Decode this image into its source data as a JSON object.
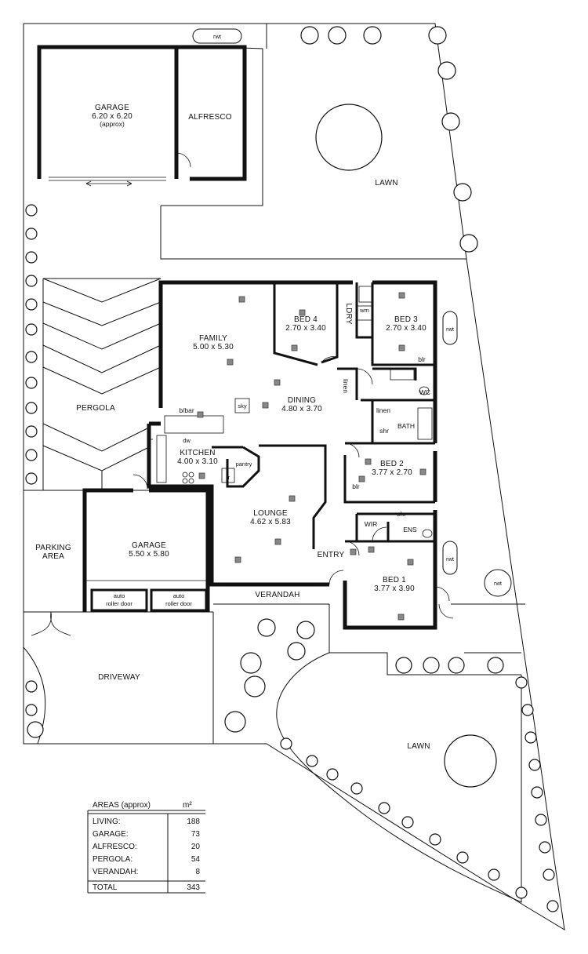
{
  "rooms": {
    "garage_rear": {
      "name": "GARAGE",
      "size": "6.20 x 6.20",
      "note": "(approx)"
    },
    "alfresco": "ALFRESCO",
    "lawn_top": "LAWN",
    "family": {
      "name": "FAMILY",
      "size": "5.00 x 5.30"
    },
    "bed4": {
      "name": "BED 4",
      "size": "2.70 x 3.40"
    },
    "ldry": "LDRY",
    "wm": "wm",
    "bed3": {
      "name": "BED 3",
      "size": "2.70 x 3.40"
    },
    "blr_top": "blr",
    "linen_hall": "linen",
    "dining": {
      "name": "DINING",
      "size": "4.80 x 3.70"
    },
    "sky": "sky",
    "wc": "WC",
    "linen_bath": "linen",
    "shr_bath": "shr",
    "bath": "BATH",
    "pergola": "PERGOLA",
    "bbar": "b/bar",
    "dw": "dw",
    "kitchen": {
      "name": "KITCHEN",
      "size": "4.00 x 3.10"
    },
    "pantry": "pantry",
    "fr": "fr",
    "bed2": {
      "name": "BED 2",
      "size": "3.77 x 2.70"
    },
    "blr_bed2": "blr",
    "wir": "WIR",
    "shr_ens": "shr",
    "ens": "ENS",
    "parking": {
      "line1": "PARKING",
      "line2": "AREA"
    },
    "garage_front": {
      "name": "GARAGE",
      "size": "5.50 x 5.80"
    },
    "lounge": {
      "name": "LOUNGE",
      "size": "4.62 x 5.83"
    },
    "entry": "ENTRY",
    "bed1": {
      "name": "BED 1",
      "size": "3.77 x 3.90"
    },
    "verandah": "VERANDAH",
    "door1": {
      "line1": "auto",
      "line2": "roller door"
    },
    "door2": {
      "line1": "auto",
      "line2": "roller door"
    },
    "driveway": "DRIVEWAY",
    "lawn_bottom": "LAWN"
  },
  "rwt_labels": [
    "rwt",
    "rwt",
    "rwt",
    "rwt"
  ],
  "areas_table": {
    "title": "AREAS (approx)",
    "unit": "m²",
    "rows": [
      {
        "label": "LIVING:",
        "value": "188"
      },
      {
        "label": "GARAGE:",
        "value": "73"
      },
      {
        "label": "ALFRESCO:",
        "value": "20"
      },
      {
        "label": "PERGOLA:",
        "value": "54"
      },
      {
        "label": "VERANDAH:",
        "value": "8"
      }
    ],
    "total": {
      "label": "TOTAL",
      "value": "343"
    }
  }
}
